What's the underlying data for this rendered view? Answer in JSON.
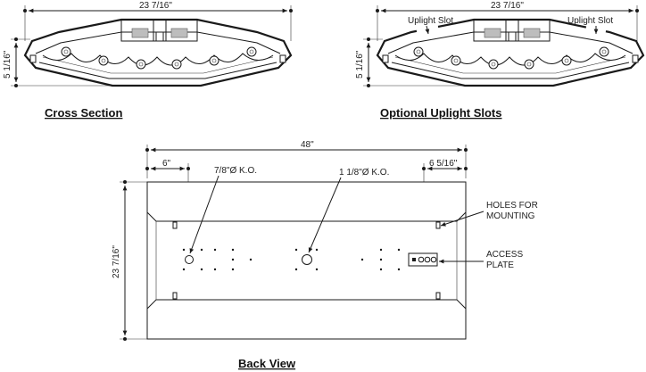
{
  "cross_section": {
    "width_dim": "23 7/16\"",
    "height_dim": "5 1/16\"",
    "title": "Cross Section"
  },
  "uplight": {
    "width_dim": "23 7/16\"",
    "height_dim": "5 1/16\"",
    "slot_left": "Uplight Slot",
    "slot_right": "Uplight Slot",
    "title": "Optional Uplight Slots"
  },
  "back_view": {
    "length_dim": "48\"",
    "left_offset_dim": "6\"",
    "right_offset_dim": "6 5/16\"",
    "height_dim": "23 7/16\"",
    "ko_small": "7/8\"Ø K.O.",
    "ko_large": "1 1/8\"Ø K.O.",
    "mounting_note_1": "HOLES FOR",
    "mounting_note_2": "MOUNTING",
    "access_note_1": "ACCESS",
    "access_note_2": "PLATE",
    "title": "Back View"
  }
}
